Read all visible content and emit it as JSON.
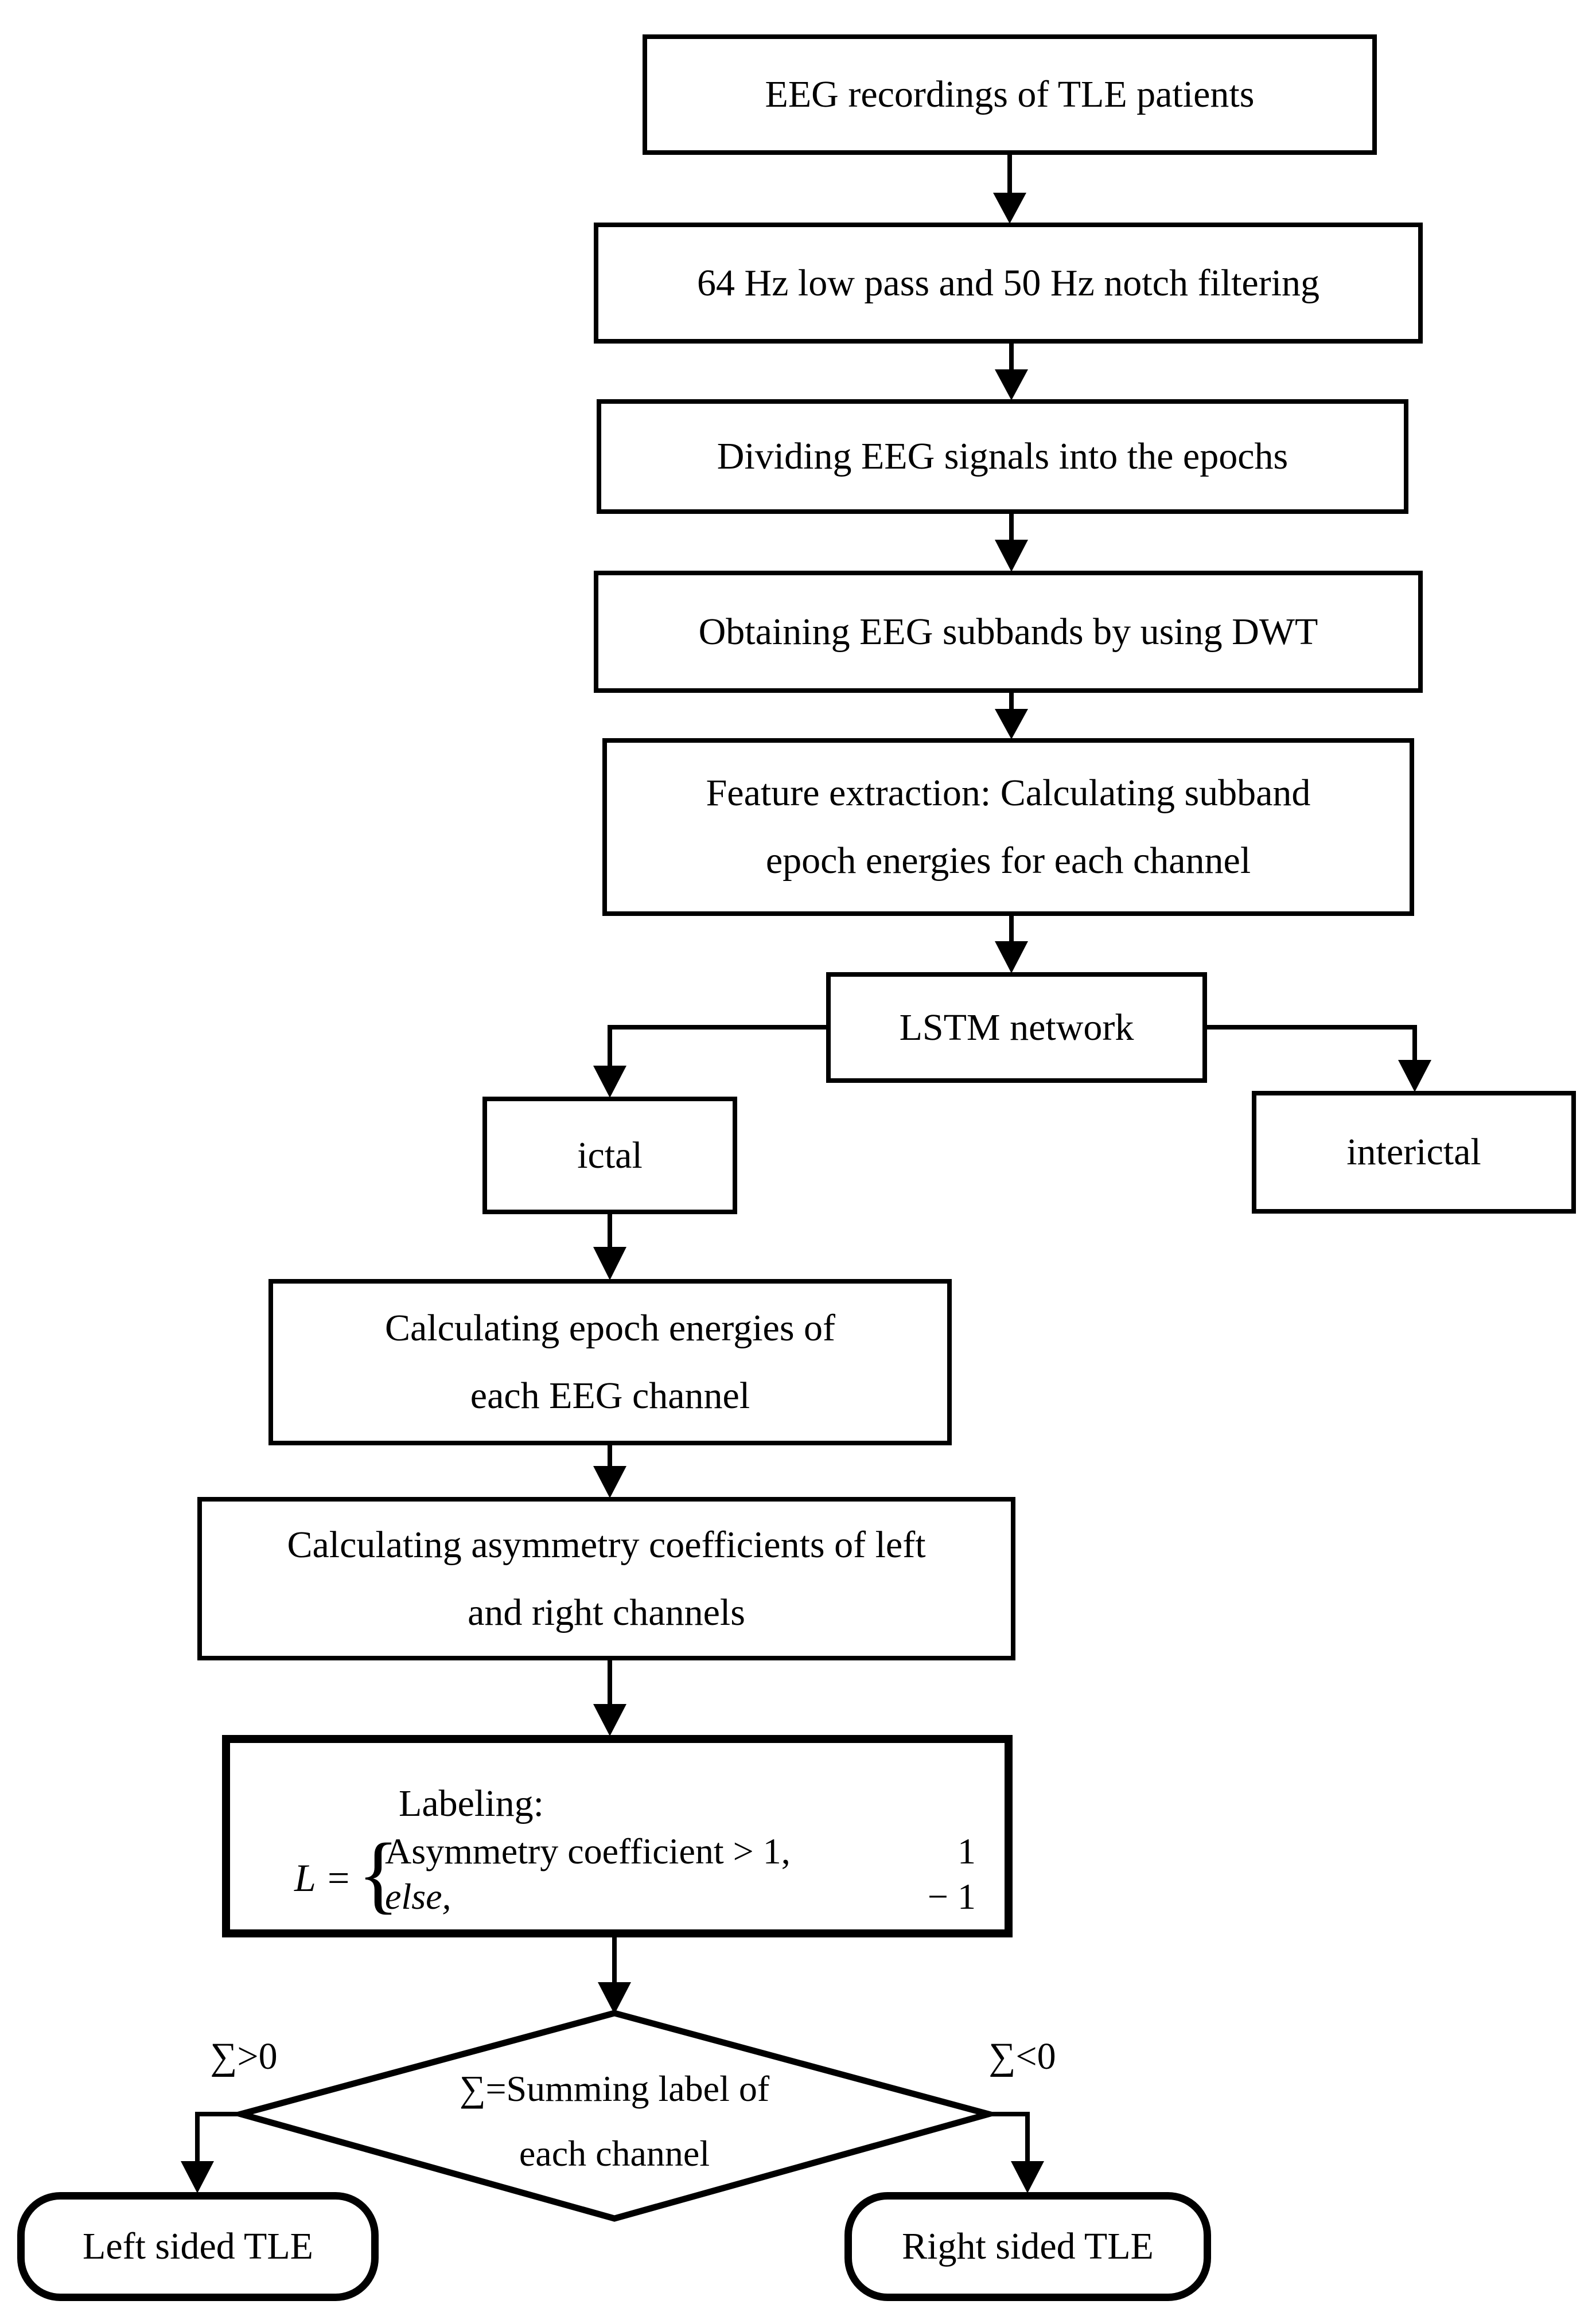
{
  "title": "EEG TLE lateralization flowchart",
  "colors": {
    "line": "#000000",
    "background": "#ffffff",
    "text": "#000000"
  },
  "nodes": {
    "eeg_recordings": "EEG recordings of TLE patients",
    "filtering": "64 Hz low pass and 50 Hz notch filtering",
    "dividing": "Dividing EEG signals into the epochs",
    "dwt": "Obtaining EEG subbands by using DWT",
    "feature_extraction_lines": [
      "Feature extraction: Calculating subband",
      "epoch energies for each channel"
    ],
    "lstm": "LSTM network",
    "ictal": "ictal",
    "interictal": "interictal",
    "epoch_energies_lines": [
      "Calculating epoch energies of",
      "each EEG channel"
    ],
    "asymmetry_lines": [
      "Calculating asymmetry coefficients of left",
      "and right channels"
    ],
    "labeling": {
      "title": "Labeling:",
      "lhs": "L =",
      "brace": "{",
      "case1_condition": "Asymmetry coefficient > 1,",
      "case1_value": "1",
      "case2_condition": "else,",
      "case2_value": "− 1"
    },
    "decision_lines": [
      "∑=Summing label of",
      "each channel"
    ],
    "sum_positive": "∑>0",
    "sum_negative": "∑<0",
    "left_tle": "Left sided TLE",
    "right_tle": "Right sided TLE"
  }
}
